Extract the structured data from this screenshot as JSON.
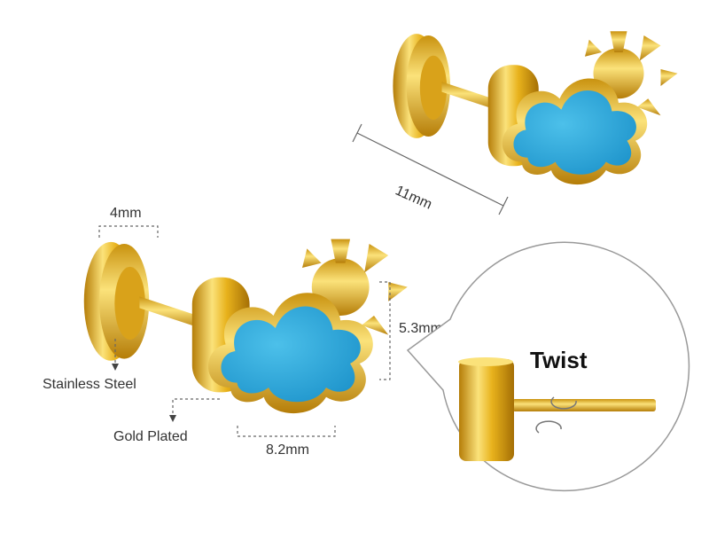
{
  "labels": {
    "top_length": "11mm",
    "back_width": "4mm",
    "height": "5.3mm",
    "width": "8.2mm",
    "material_back": "Stainless Steel",
    "material_front": "Gold Plated",
    "callout": "Twist"
  },
  "colors": {
    "gold": "#e8b21c",
    "gold_light": "#fbe27a",
    "gold_dark": "#b57d08",
    "enamel_blue": "#33a9dc",
    "dimension_line": "#666666"
  }
}
